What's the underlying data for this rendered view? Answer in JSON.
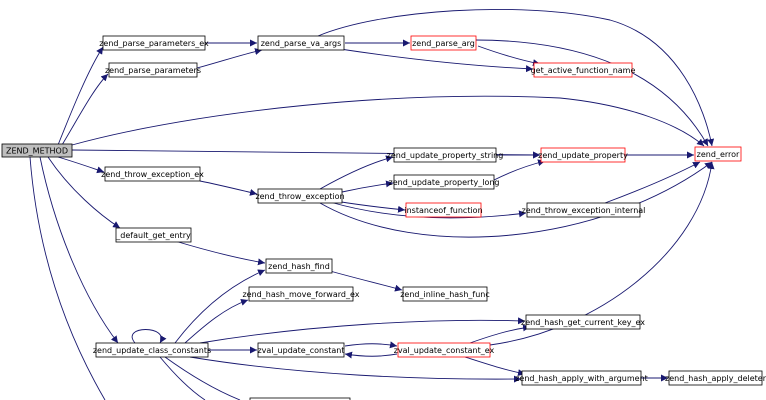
{
  "nodes": {
    "zend_method": "ZEND_METHOD",
    "zend_parse_parameters_ex": "zend_parse_parameters_ex",
    "zend_parse_parameters": "zend_parse_parameters",
    "zend_parse_va_args": "zend_parse_va_args",
    "zend_parse_arg": "zend_parse_arg",
    "get_active_function_name": "get_active_function_name",
    "zend_error": "zend_error",
    "zend_throw_exception_ex": "zend_throw_exception_ex",
    "zend_throw_exception": "zend_throw_exception",
    "zend_update_property_string": "zend_update_property_string",
    "zend_update_property_long": "zend_update_property_long",
    "zend_update_property": "zend_update_property",
    "instanceof_function": "instanceof_function",
    "zend_throw_exception_internal": "zend_throw_exception_internal",
    "default_get_entry": "_default_get_entry",
    "zend_hash_find": "zend_hash_find",
    "zend_inline_hash_func": "zend_inline_hash_func",
    "zend_hash_move_forward_ex": "zend_hash_move_forward_ex",
    "zend_update_class_constants": "zend_update_class_constants",
    "zend_hash_get_current_key_ex": "zend_hash_get_current_key_ex",
    "zval_update_constant": "zval_update_constant",
    "zval_update_constant_ex": "zval_update_constant_ex",
    "zend_hash_apply_with_argument": "zend_hash_apply_with_argument",
    "zend_hash_apply_deleter": "zend_hash_apply_deleter"
  },
  "colors": {
    "edge": "#191970",
    "root_fill": "#bfbfbf",
    "missing_border": "#ff0000",
    "normal_border": "#000000"
  }
}
